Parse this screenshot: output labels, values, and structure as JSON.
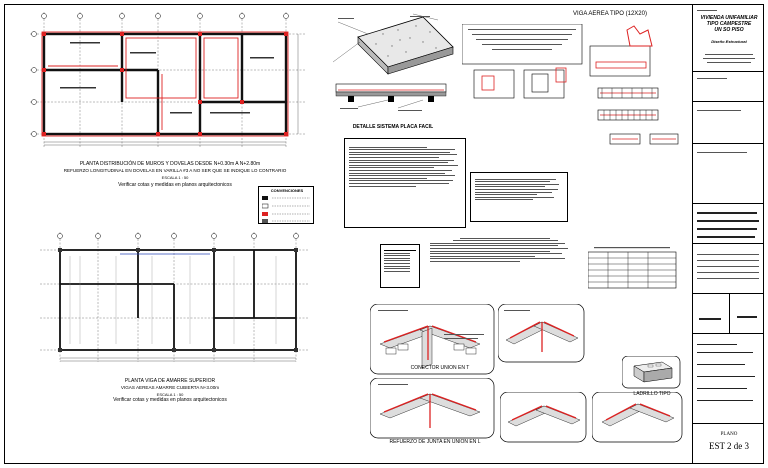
{
  "plan_top": {
    "title": "PLANTA DISTRIBUCIÓN DE MUROS Y DOVELAS  DESDE N+0.30m A N+2.80m",
    "subtitle": "REFUERZO LONGITUDINAL EN DOVELAS EN VARILLA #3 A NO SER QUE SE INDIQUE LO CONTRARIO",
    "scale": "ESCALA 1 : 50",
    "note": "Verificar cotas y medidas en planos arquitectonicos"
  },
  "plan_bottom": {
    "title": "PLANTA VIGA DE AMARRE SUPERIOR",
    "subtitle": "VIGAS AEREAS AMARRE CUBIERTA N+3.00m",
    "scale": "ESCALA 1 : 50",
    "note": "Verificar cotas y medidas en planos arquitectonicos"
  },
  "legend": {
    "title": "CONVENCIONES"
  },
  "detail_slab": {
    "label": "DETALLE SISTEMA PLACA FACIL"
  },
  "beam_detail": {
    "title": "VIGA AEREA TIPO (12X20)"
  },
  "detail_t": {
    "label": "CONECTOR UNION EN T"
  },
  "detail_l": {
    "label": "REFUERZO DE JUNTA EN UNION EN L"
  },
  "brick": {
    "label": "LADRILLO TIPO"
  },
  "title_block": {
    "project_line1": "VIVIENDA UNIFAMILIAR",
    "project_line2": "TIPO CAMPESTRE",
    "project_line3": "UN SO PISO",
    "content": "Diseño Estructural",
    "sheet_label": "PLANO",
    "sheet_number": "EST 2 de 3"
  }
}
